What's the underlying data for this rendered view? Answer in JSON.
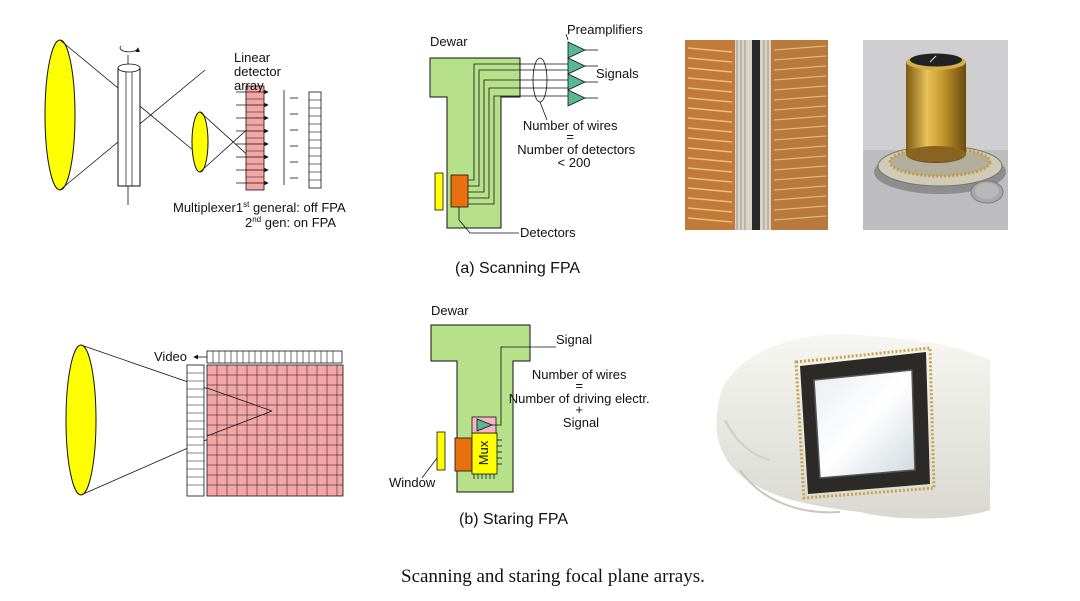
{
  "colors": {
    "lens": "#ffff00",
    "detector": "#f4a6a6",
    "dewar": "#b7e08a",
    "preamp": "#58b890",
    "chip": "#e8700e",
    "window": "#ffff00"
  },
  "top_panel": {
    "linear_array_label": [
      "Linear",
      "detector",
      "array"
    ],
    "multiplexer": {
      "line1_a": "Multiplexer1",
      "line1_sup": "st",
      "line1_b": " general: off FPA",
      "line2_a": "2",
      "line2_sup": "nd",
      "line2_b": " gen: on FPA"
    },
    "dewar_label": "Dewar",
    "preamplifiers_label": "Preamplifiers",
    "signals_label": "Signals",
    "wires_eq": [
      "Number of wires",
      "=",
      "Number of detectors",
      "< 200"
    ],
    "detectors_label": "Detectors",
    "caption": "(a) Scanning FPA"
  },
  "bottom_panel": {
    "video_label": "Video",
    "dewar_label": "Dewar",
    "signal_label": "Signal",
    "mux_label": "Mux",
    "window_label": "Window",
    "wires_eq": [
      "Number of wires",
      "=",
      "Number of driving electr.",
      "+",
      "Signal"
    ],
    "caption": "(b) Staring FPA"
  },
  "figure_caption": "Scanning and staring focal plane arrays."
}
